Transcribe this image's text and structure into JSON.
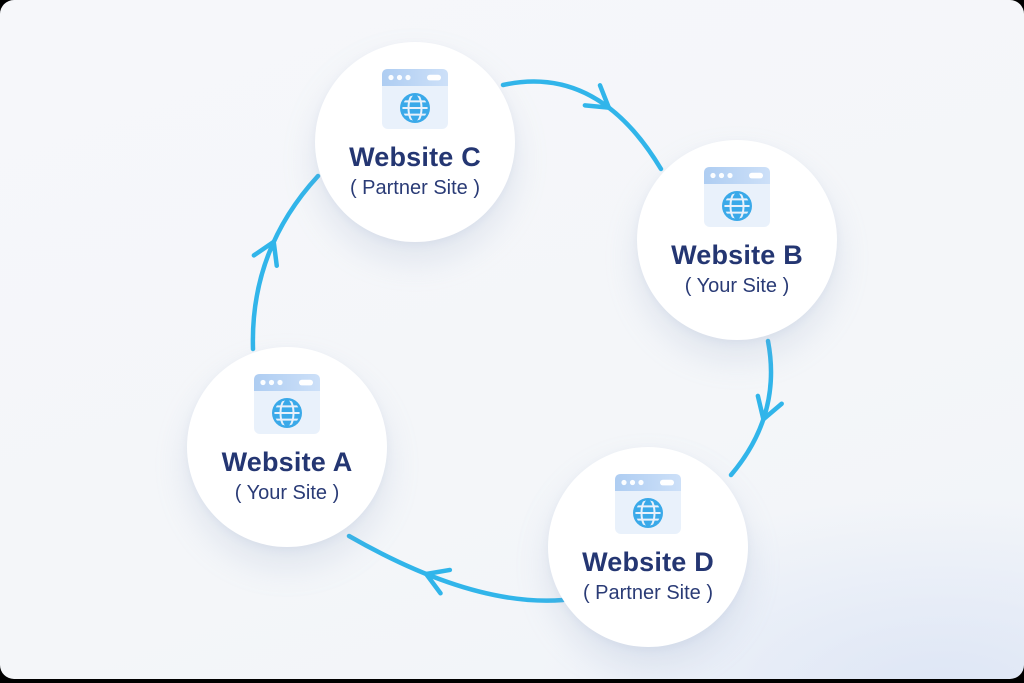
{
  "nodes": [
    {
      "id": "website-c",
      "title": "Website C",
      "subtitle": "( Partner Site )"
    },
    {
      "id": "website-b",
      "title": "Website B",
      "subtitle": "( Your Site )"
    },
    {
      "id": "website-a",
      "title": "Website A",
      "subtitle": "( Your Site )"
    },
    {
      "id": "website-d",
      "title": "Website D",
      "subtitle": "( Partner Site )"
    }
  ],
  "arrows": [
    {
      "id": "c-to-b",
      "from": "Website C",
      "to": "Website B"
    },
    {
      "id": "b-to-d",
      "from": "Website B",
      "to": "Website D"
    },
    {
      "id": "d-to-a",
      "from": "Website D",
      "to": "Website A"
    },
    {
      "id": "a-to-c",
      "from": "Website A",
      "to": "Website C"
    }
  ],
  "icon": {
    "name": "browser-globe-icon"
  },
  "colors": {
    "arrow": "#31B5EA",
    "title": "#243672",
    "subtitle": "#2A3B76",
    "node_bg": "#FFFFFF",
    "canvas_bg": "#F4F6F9",
    "icon_header": "#B9D5F4",
    "icon_body": "#E9F1FB",
    "icon_globe": "#3AA9E9"
  }
}
